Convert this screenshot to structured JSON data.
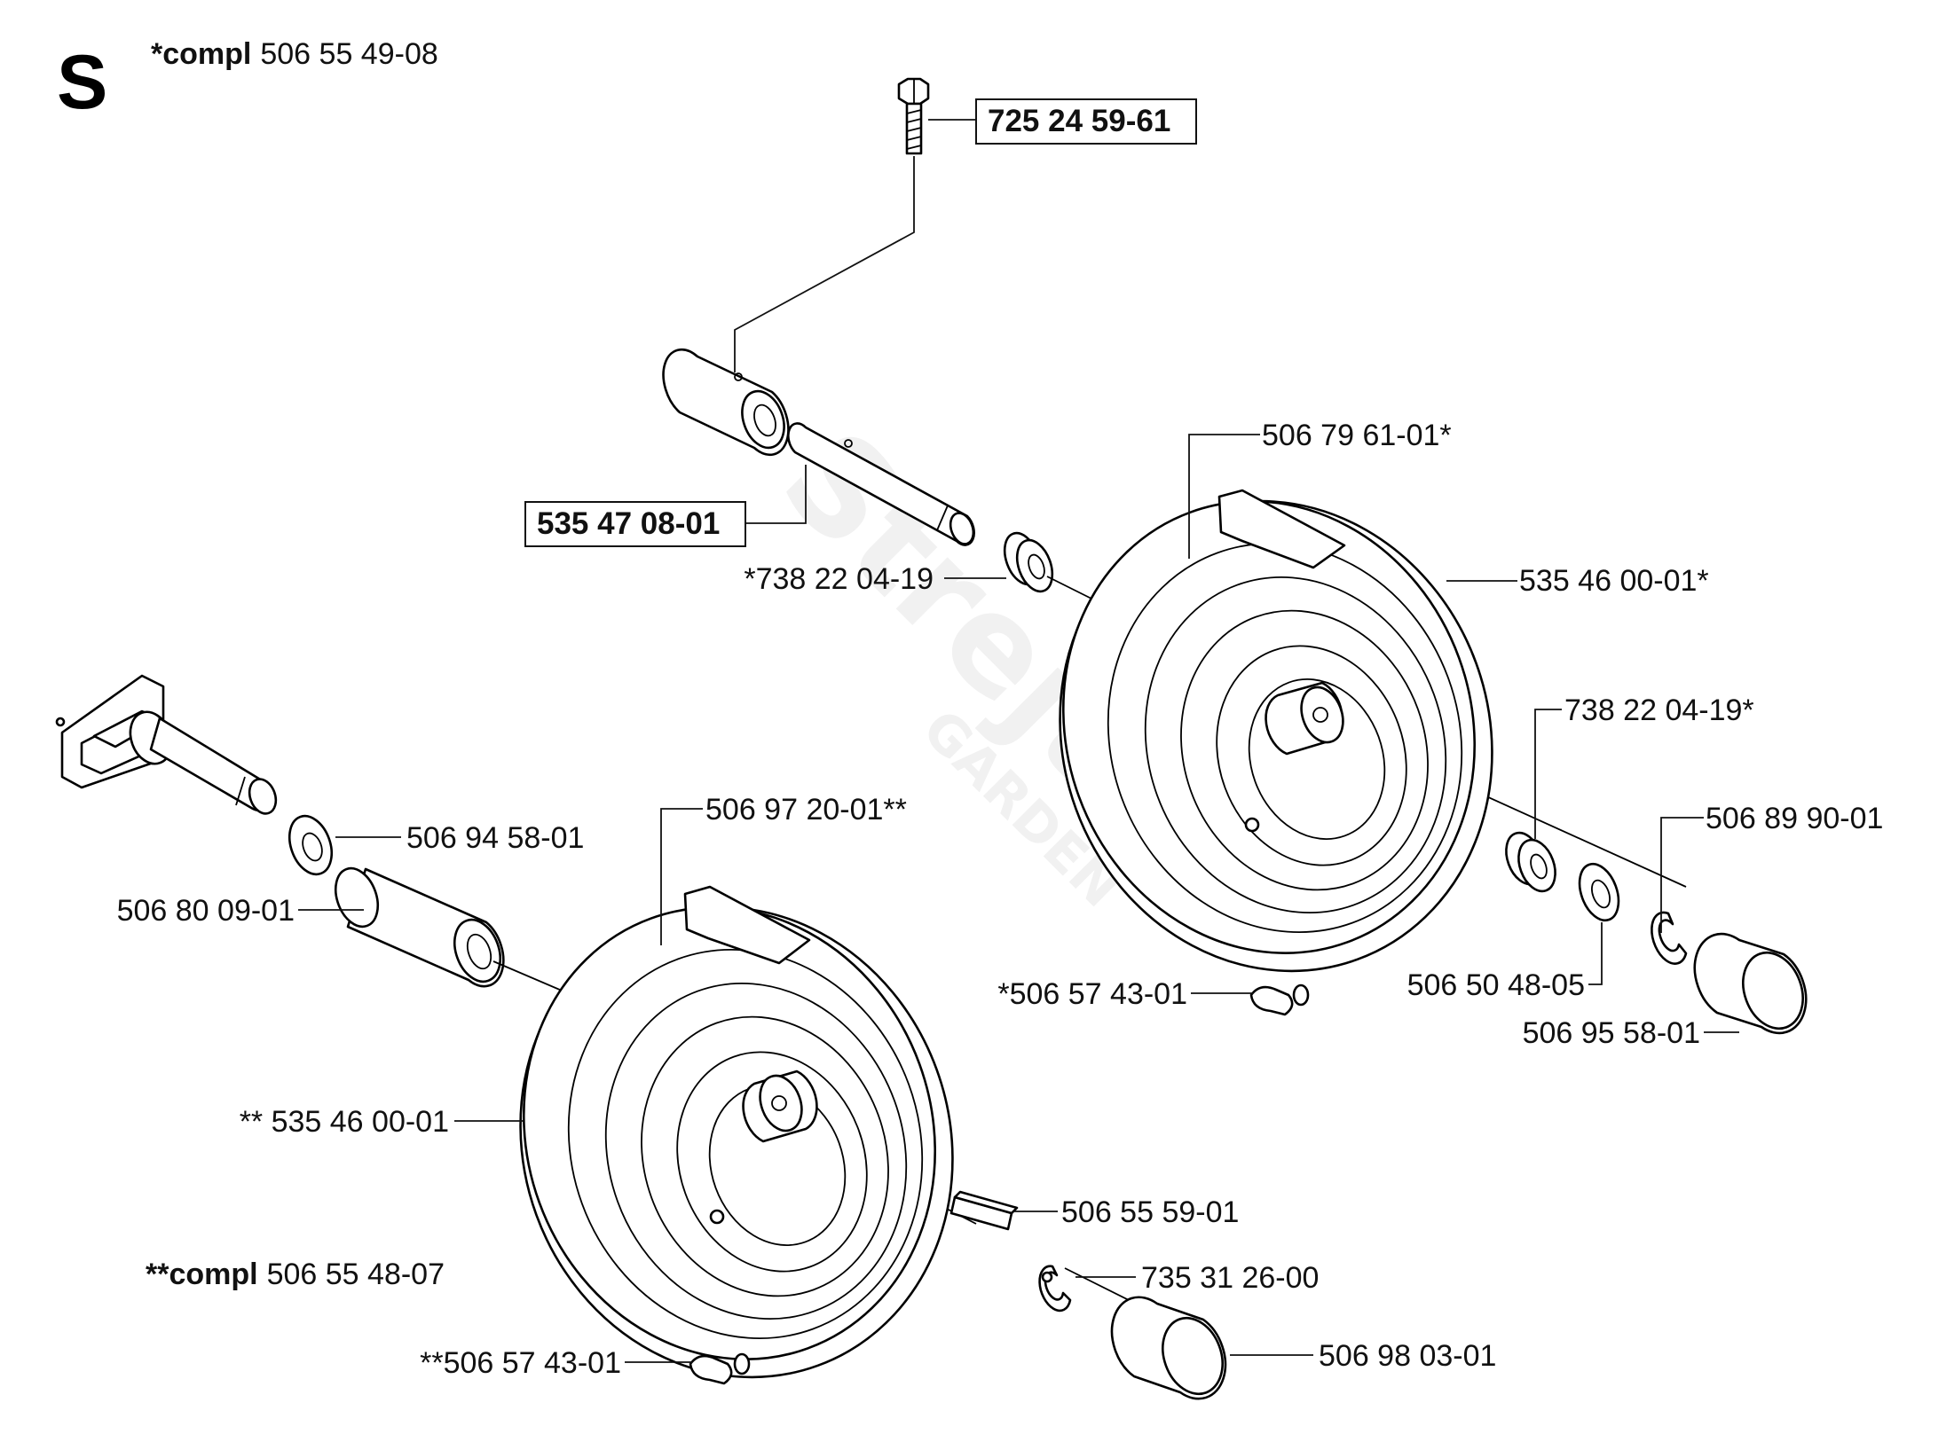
{
  "section_letter": "S",
  "header": {
    "compl_prefix": "*compl",
    "compl_number": "506 55 49-08"
  },
  "footer": {
    "compl_prefix": "**compl",
    "compl_number": "506 55 48-07"
  },
  "watermark": {
    "brand": "Strejtek",
    "sub": "GARDEN"
  },
  "boxed_parts": {
    "bolt": "725 24 59-61",
    "pin": "535 47 08-01"
  },
  "parts": {
    "rear_rim": "506 79 61-01*",
    "bearing_a": "*738 22 04-19",
    "rear_tire": "535 46 00-01*",
    "bearing_b": "738 22 04-19*",
    "rear_retainer": "506 89 90-01",
    "rear_washer": "506 50 48-05",
    "rear_valve": "*506 57 43-01",
    "rear_cap": "506 95 58-01",
    "front_washer": "506 94 58-01",
    "front_rim": "506 97 20-01**",
    "spacer": "506 80 09-01",
    "front_tire": "** 535 46 00-01",
    "key": "506 55 59-01",
    "clip": "735 31 26-00",
    "front_cap": "506 98 03-01",
    "front_valve": "**506 57 43-01"
  },
  "colors": {
    "ink": "#111111",
    "paper": "#ffffff",
    "watermark": "#f1f1f1"
  }
}
